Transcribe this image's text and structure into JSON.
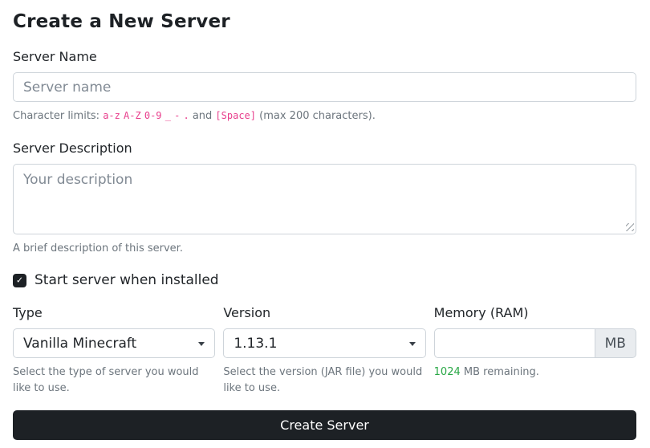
{
  "page": {
    "title": "Create a New Server"
  },
  "icons": {
    "check": "✓"
  },
  "colors": {
    "dark": "#1d2125",
    "text": "#212529",
    "muted": "#6c757d",
    "code_pink": "#e83e8c",
    "success_green": "#28a745",
    "input_border": "#ced4da",
    "addon_bg": "#e9ecef"
  },
  "form": {
    "server_name": {
      "label": "Server Name",
      "placeholder": "Server name",
      "value": "",
      "help_prefix": "Character limits:",
      "codes": [
        "a-z",
        "A-Z",
        "0-9",
        "_",
        "-",
        "."
      ],
      "help_and": "and",
      "code_space": "[Space]",
      "help_suffix": "(max 200 characters)."
    },
    "server_description": {
      "label": "Server Description",
      "placeholder": "Your description",
      "value": "",
      "help": "A brief description of this server."
    },
    "start_server": {
      "label": "Start server when installed",
      "checked": true
    },
    "type": {
      "label": "Type",
      "selected": "Vanilla Minecraft",
      "help": "Select the type of server you would like to use."
    },
    "version": {
      "label": "Version",
      "selected": "1.13.1",
      "help": "Select the version (JAR file) you would like to use."
    },
    "memory": {
      "label": "Memory (RAM)",
      "value": "",
      "unit": "MB",
      "remaining_value": "1024",
      "remaining_text": "MB remaining."
    },
    "submit_label": "Create Server"
  }
}
